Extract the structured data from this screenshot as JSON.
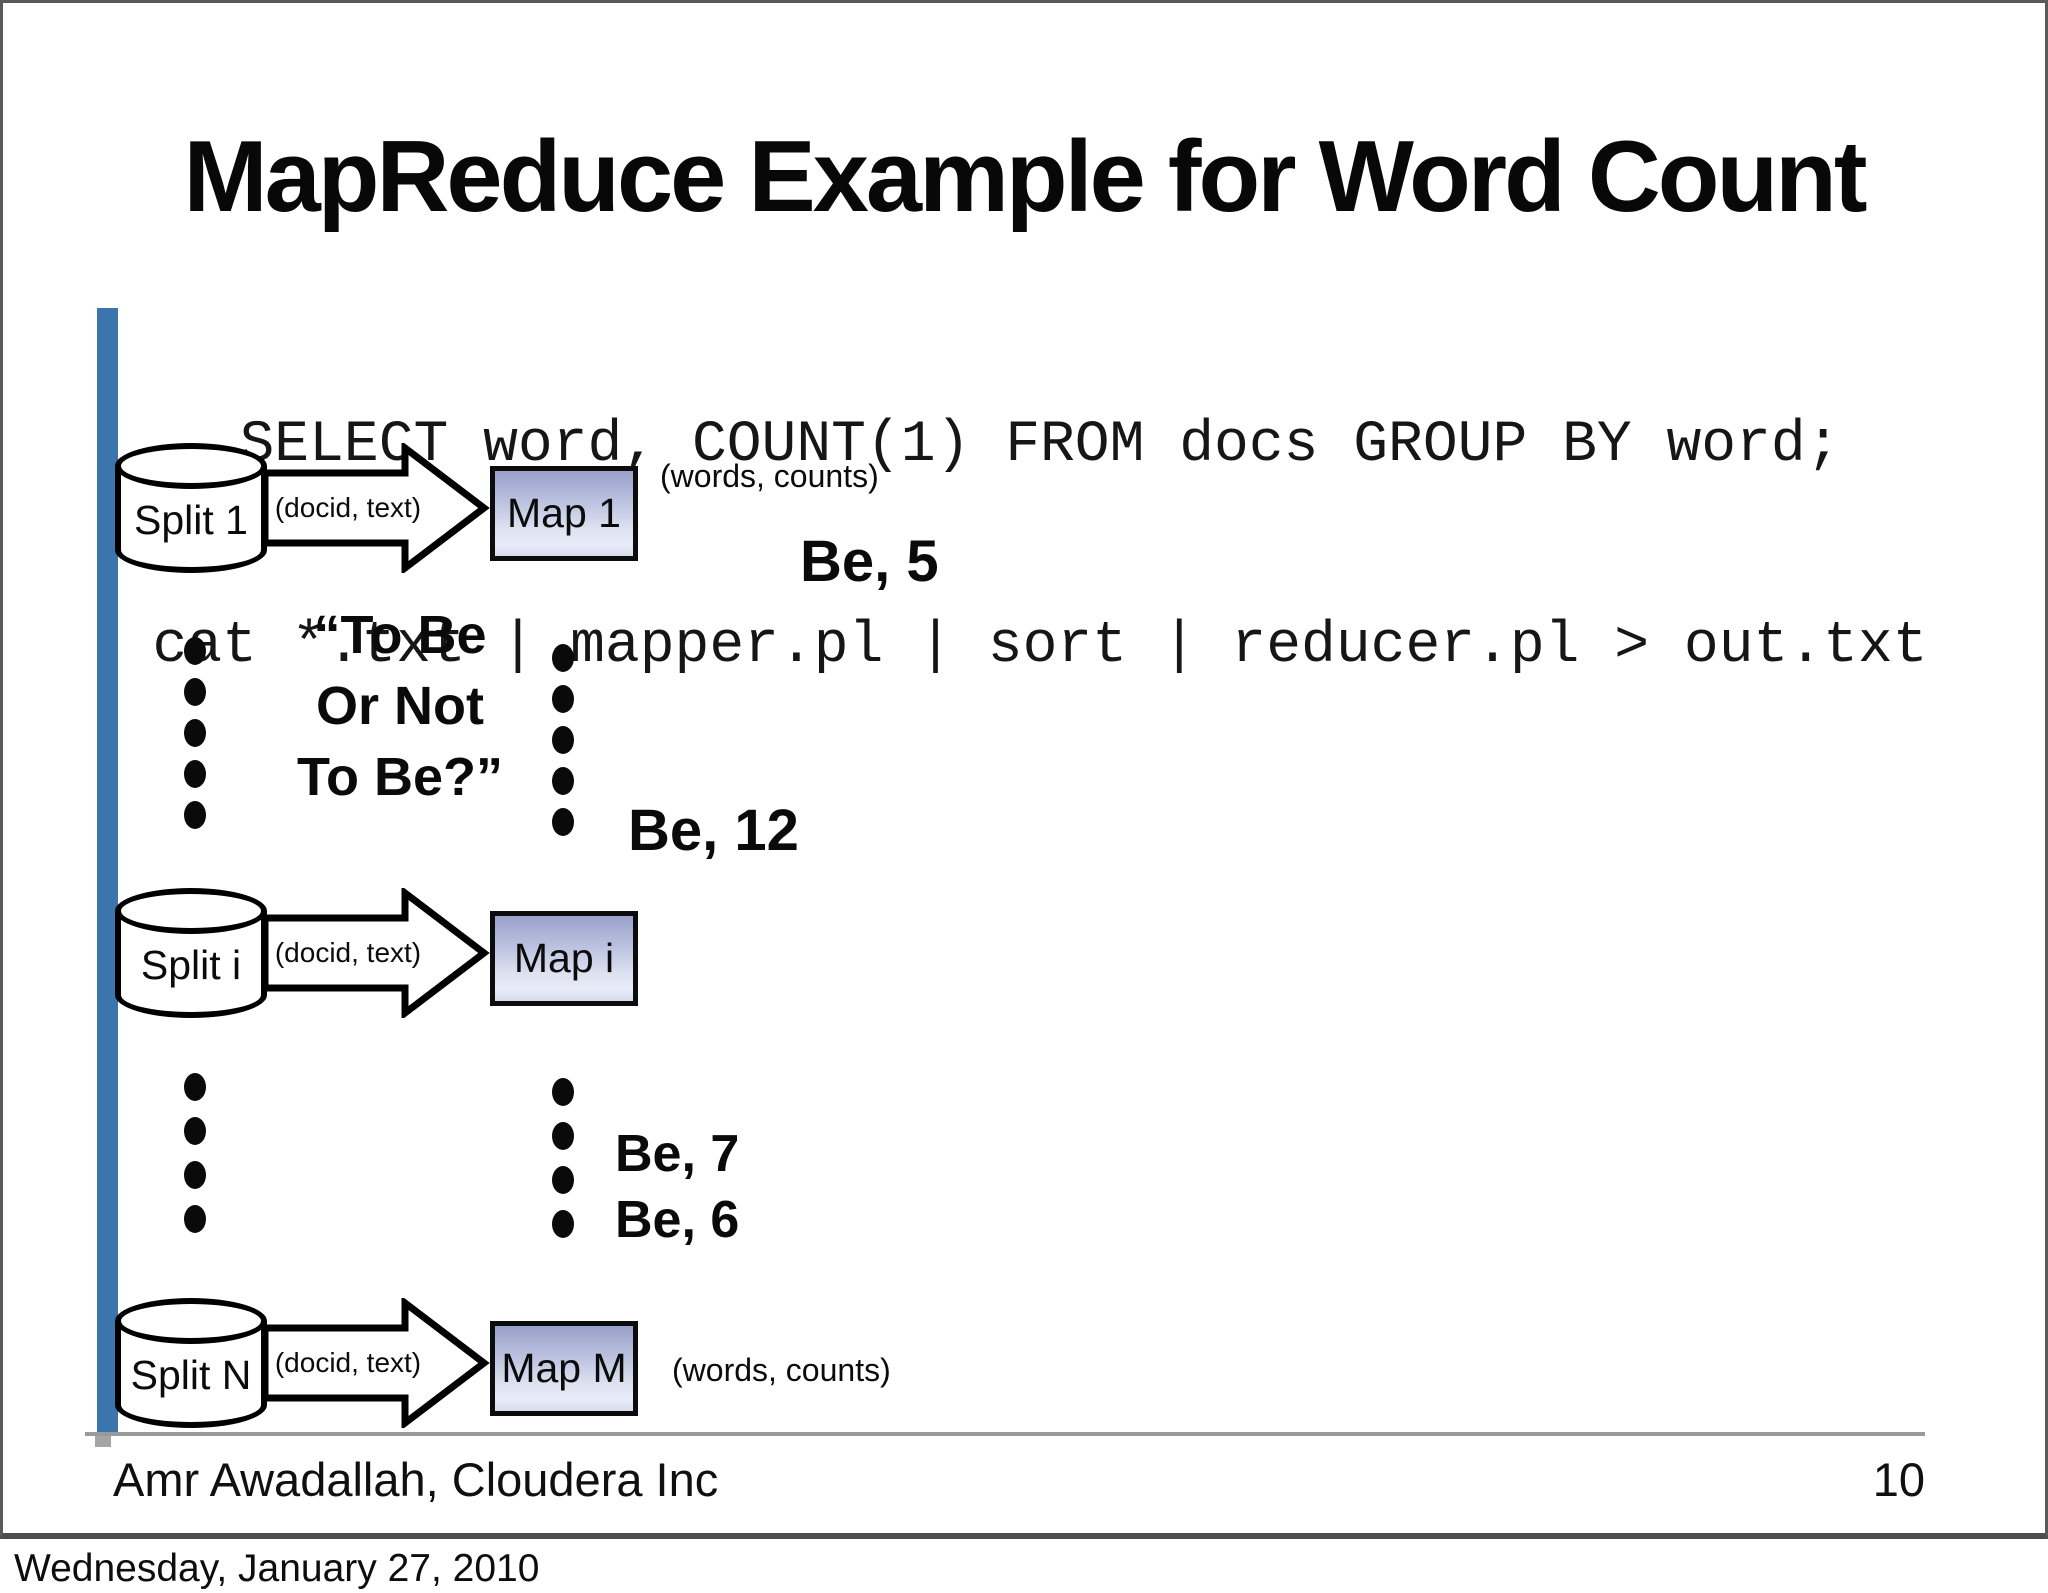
{
  "slide": {
    "title": "MapReduce Example for Word Count",
    "code_line_1": "SELECT word, COUNT(1) FROM docs GROUP BY word;",
    "code_line_2": "cat *.txt | mapper.pl | sort | reducer.pl > out.txt",
    "footer": {
      "author": "Amr Awadallah, Cloudera Inc",
      "page_number": "10"
    },
    "date_stamp": "Wednesday, January 27, 2010"
  },
  "diagram": {
    "quote": {
      "line1": "“To Be",
      "line2": "Or Not",
      "line3": "To Be?”"
    },
    "rows": [
      {
        "split_label": "Split 1",
        "edge_label": "(docid, text)",
        "map_label": "Map 1",
        "output_label": "(words, counts)"
      },
      {
        "split_label": "Split i",
        "edge_label": "(docid, text)",
        "map_label": "Map i"
      },
      {
        "split_label": "Split N",
        "edge_label": "(docid, text)",
        "map_label": "Map M",
        "output_label": "(words, counts)"
      }
    ],
    "annotations": [
      {
        "text": "Be, 5"
      },
      {
        "text": "Be, 12"
      },
      {
        "text": "Be, 7"
      },
      {
        "text": "Be, 6"
      }
    ],
    "colors": {
      "accent_bar": "#3a76ad",
      "map_box_top": "#99a1cc",
      "map_box_bottom": "#e9ecf8",
      "slide_border": "#59595b",
      "separator": "#9a9a9a"
    }
  }
}
